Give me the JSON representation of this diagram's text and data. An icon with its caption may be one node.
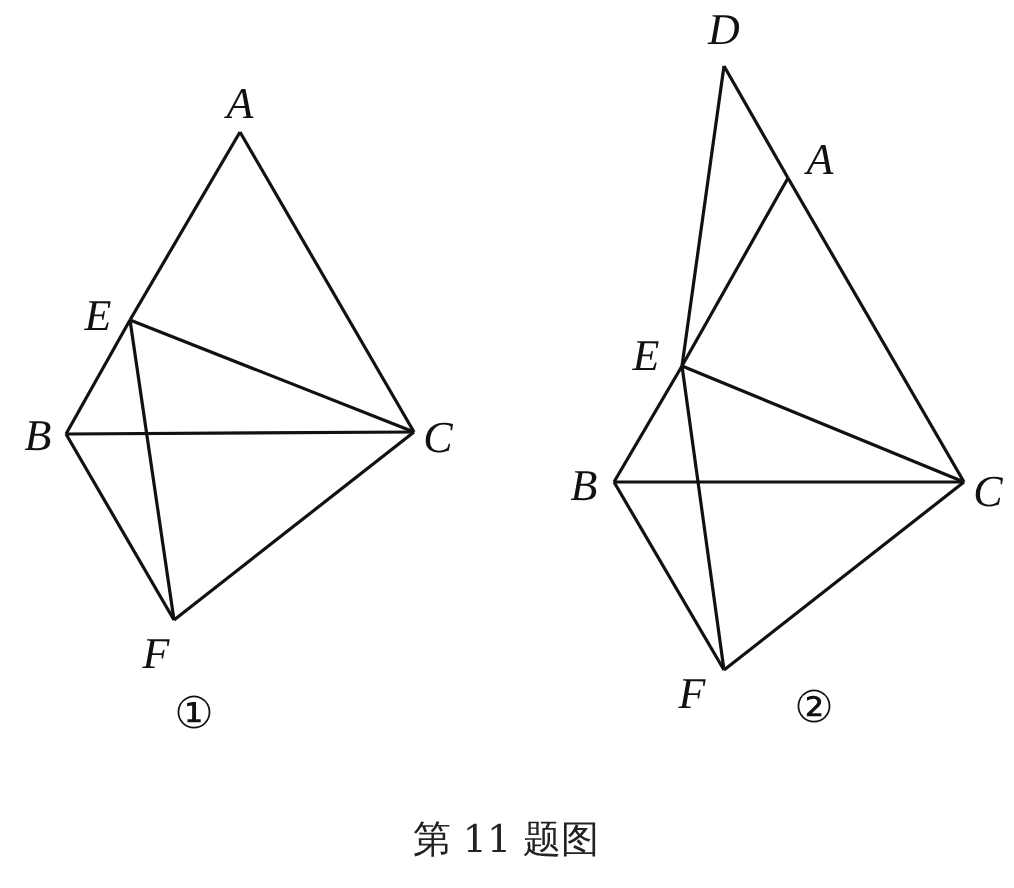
{
  "diagram": {
    "caption": "第 11 题图",
    "nodes": [
      {
        "text": [
          "A"
        ]
      },
      {
        "text": [
          "E"
        ]
      },
      {
        "text": [
          "B"
        ]
      },
      {
        "text": [
          "C"
        ]
      },
      {
        "text": [
          "F"
        ]
      },
      {
        "text": [
          "D"
        ]
      },
      {
        "text": [
          "A"
        ]
      },
      {
        "text": [
          "E"
        ]
      },
      {
        "text": [
          "B"
        ]
      },
      {
        "text": [
          "C"
        ]
      },
      {
        "text": [
          "F"
        ]
      }
    ],
    "edges": [
      {
        "from": 0,
        "to": 1,
        "arrow": "none"
      },
      {
        "from": 1,
        "to": 2,
        "arrow": "none"
      },
      {
        "from": 0,
        "to": 3,
        "arrow": "none"
      },
      {
        "from": 2,
        "to": 3,
        "arrow": "none"
      },
      {
        "from": 1,
        "to": 3,
        "arrow": "none"
      },
      {
        "from": 1,
        "to": 4,
        "arrow": "none"
      },
      {
        "from": 2,
        "to": 4,
        "arrow": "none"
      },
      {
        "from": 4,
        "to": 3,
        "arrow": "none"
      },
      {
        "from": 5,
        "to": 7,
        "arrow": "none"
      },
      {
        "from": 5,
        "to": 6,
        "arrow": "none"
      },
      {
        "from": 6,
        "to": 9,
        "arrow": "none"
      },
      {
        "from": 6,
        "to": 7,
        "arrow": "none"
      },
      {
        "from": 7,
        "to": 8,
        "arrow": "none"
      },
      {
        "from": 8,
        "to": 9,
        "arrow": "none"
      },
      {
        "from": 7,
        "to": 9,
        "arrow": "none"
      },
      {
        "from": 7,
        "to": 10,
        "arrow": "none"
      },
      {
        "from": 8,
        "to": 10,
        "arrow": "none"
      },
      {
        "from": 10,
        "to": 9,
        "arrow": "none"
      }
    ],
    "labels": [
      "①",
      "②"
    ]
  }
}
